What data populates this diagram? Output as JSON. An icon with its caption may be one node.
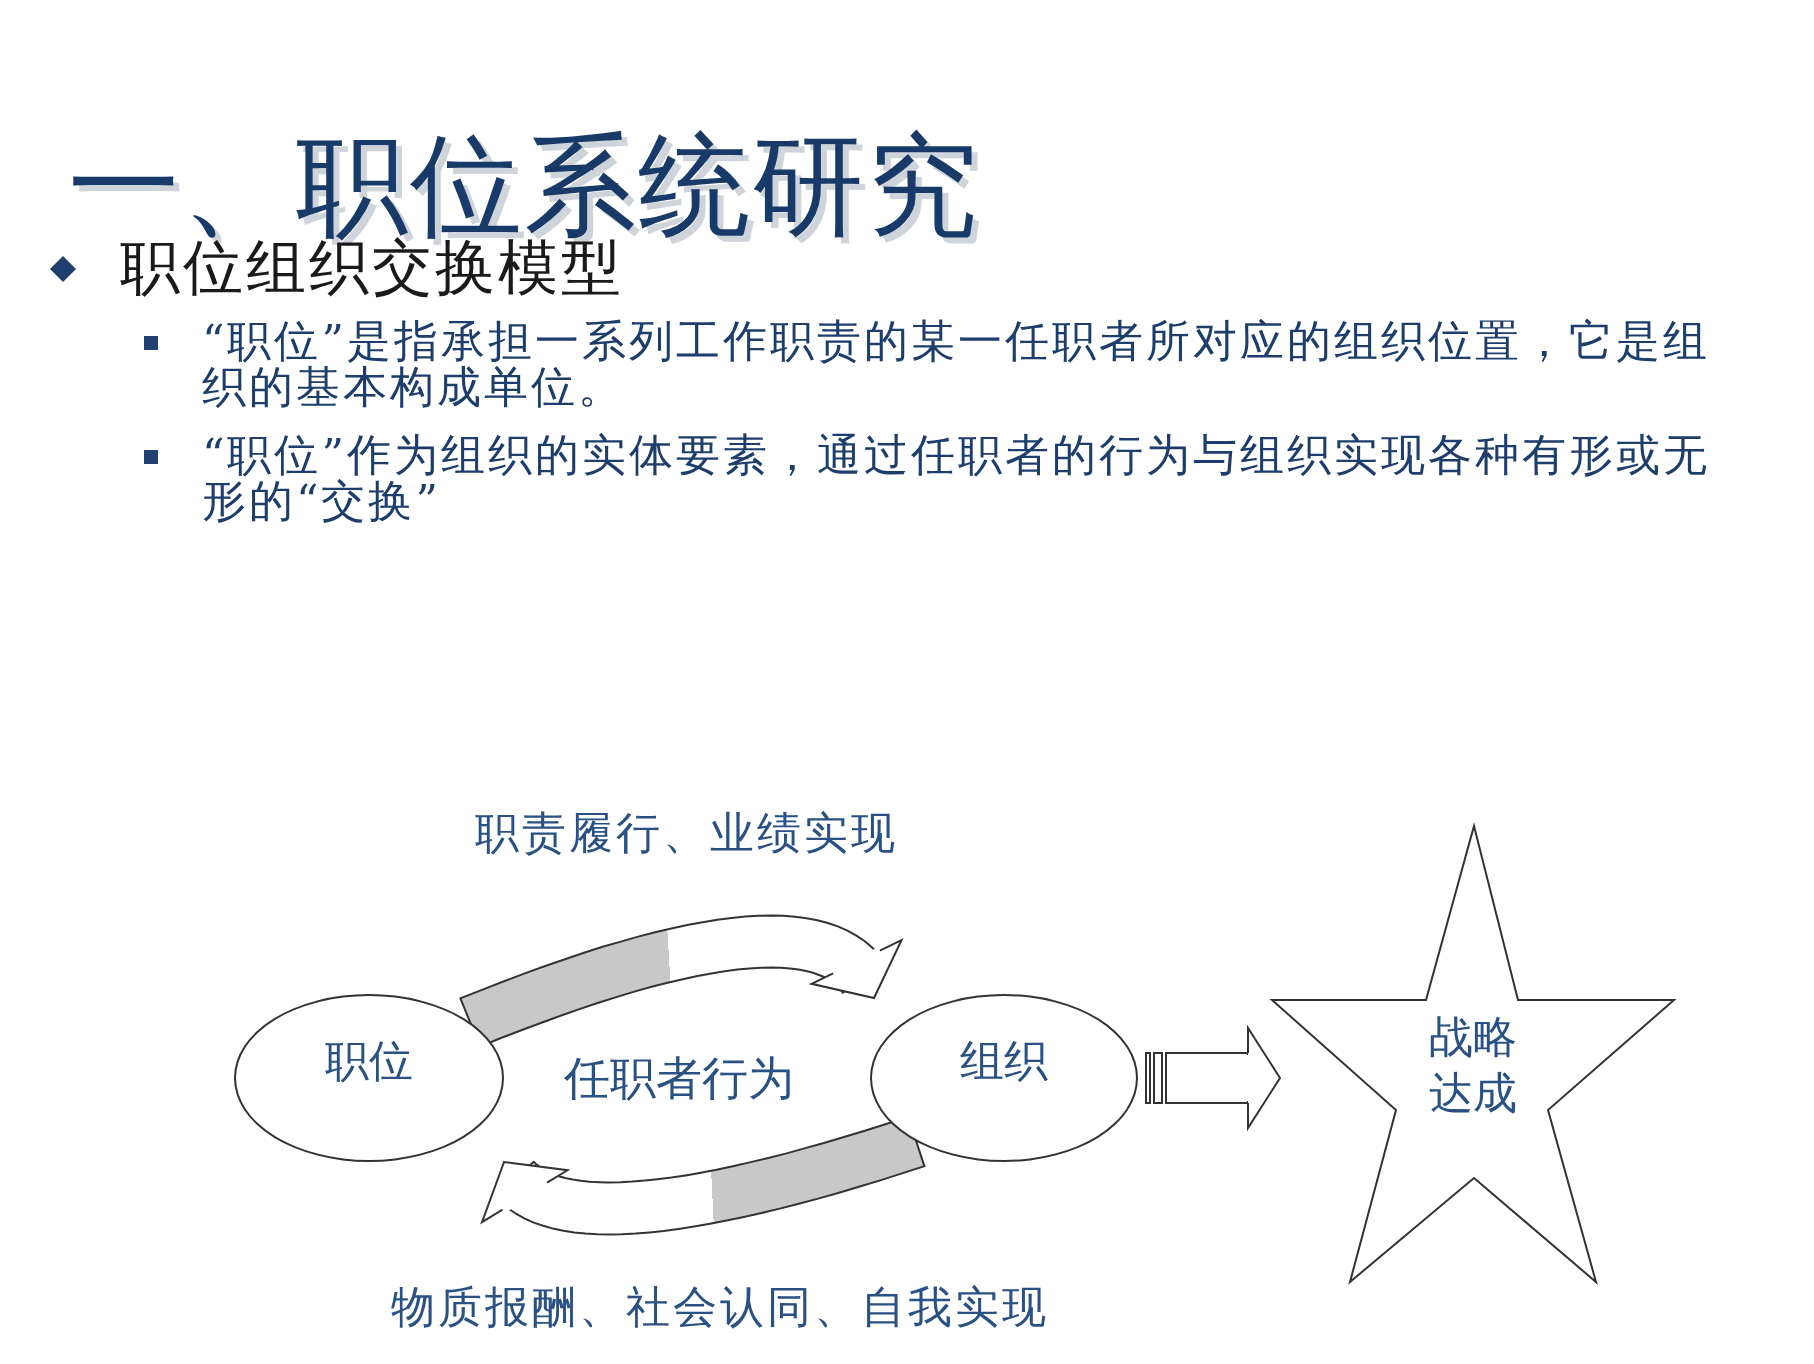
{
  "diagram": {
    "title": "一、职位系统研究",
    "nodes": [
      {
        "text": [
          "职位"
        ]
      },
      {
        "text": [
          "组织"
        ]
      },
      {
        "text": [
          "战略达成"
        ]
      }
    ],
    "edges": [
      {
        "from": 0,
        "to": 1,
        "arrow": "to",
        "label": "职责履行、业绩实现"
      },
      {
        "from": 1,
        "to": 0,
        "arrow": "to",
        "label": "物质报酬、社会认同、自我实现"
      },
      {
        "from": 1,
        "to": 2,
        "arrow": "to"
      }
    ],
    "labels": [
      "职位组织交换模型",
      "“职位”是指承担一系列工作职责的某一任职者所对应的组织位置，它是组织的基本构成单位。",
      "“职位”作为组织的实体要素，通过任职者的行为与组织实现各种有形或无形的“交换”",
      "任职者行为"
    ]
  }
}
